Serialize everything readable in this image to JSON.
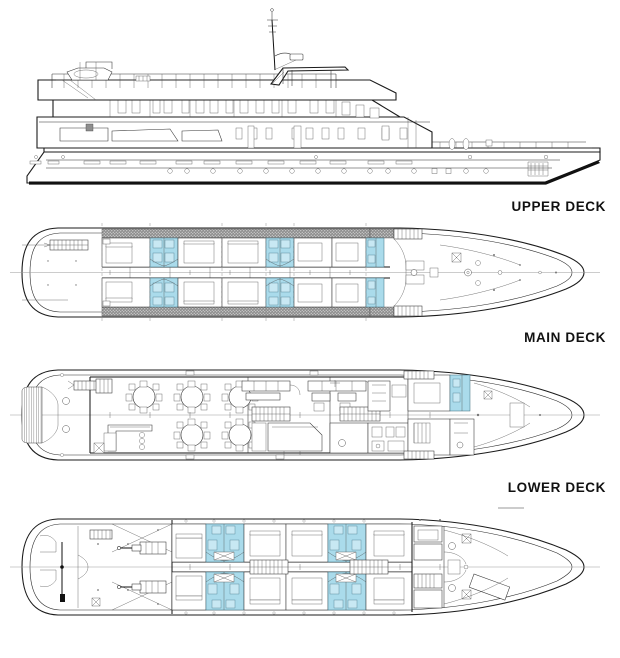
{
  "document": {
    "kind": "ship-deck-plan",
    "view_count": 4,
    "background_color": "#ffffff",
    "line_color": "#1b1b1b",
    "accent_color": "#aadbeb"
  },
  "labels": {
    "upper_deck": "UPPER DECK",
    "main_deck": "MAIN DECK",
    "lower_deck": "LOWER DECK"
  },
  "views": [
    {
      "id": "profile",
      "name": "side-profile-elevation",
      "description": "Starboard side elevation of the motor yacht",
      "features": [
        "mast-with-radar",
        "sun-deck-hardtop",
        "upper-deck-railing",
        "tender-and-crane-aft",
        "window-band",
        "portholes",
        "dark-waterline-stripe",
        "raked-bow"
      ]
    },
    {
      "id": "upper",
      "name": "upper-deck-plan",
      "label": "UPPER DECK",
      "features": [
        "aft-sun-deck",
        "stair-to-main-deck",
        "guest-cabins",
        "ensuite-bathrooms",
        "wheelhouse-forward",
        "foredeck"
      ],
      "cabin_count": 10,
      "bathroom_count": 10
    },
    {
      "id": "main",
      "name": "main-deck-plan",
      "label": "MAIN DECK",
      "features": [
        "aft-swim-platform",
        "restaurant-dining-saloon",
        "round-dining-tables",
        "bar-counter",
        "lounge-sofas",
        "two-staircases",
        "reception",
        "galley",
        "crew-cabins-forward"
      ],
      "dining_tables": 5,
      "chairs_per_table": 8
    },
    {
      "id": "lower",
      "name": "lower-deck-plan",
      "label": "LOWER DECK",
      "features": [
        "engine-room-aft",
        "twin-engines",
        "propeller-shafts",
        "guest-cabins",
        "ensuite-bathrooms",
        "central-staircases",
        "crew-quarters-forward",
        "chain-locker"
      ],
      "cabin_count": 10,
      "bathroom_count": 10,
      "engine_count": 2
    }
  ],
  "legend": {
    "bathroom_fill": "#aadbeb",
    "corridor_fill": "#8e8e8e"
  }
}
